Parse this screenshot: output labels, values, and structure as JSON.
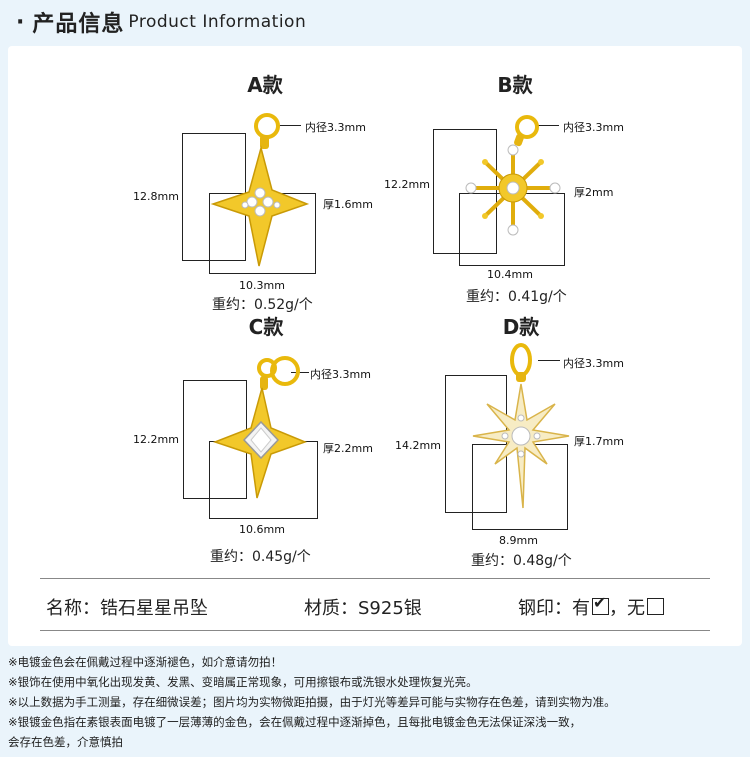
{
  "header": {
    "bullet": "·",
    "title_cn": "产品信息",
    "title_en": "Product Information"
  },
  "colors": {
    "background": "#eaf4fb",
    "gold": "#f0c419",
    "gold_dark": "#c99a06"
  },
  "products": {
    "a": {
      "title": "A款",
      "inner": "内径3.3mm",
      "height": "12.8mm",
      "thick": "厚1.6mm",
      "width": "10.3mm",
      "weight": "重约：0.52g/个"
    },
    "b": {
      "title": "B款",
      "inner": "内径3.3mm",
      "height": "12.2mm",
      "thick": "厚2mm",
      "width": "10.4mm",
      "weight": "重约：0.41g/个"
    },
    "c": {
      "title": "C款",
      "inner": "内径3.3mm",
      "height": "12.2mm",
      "thick": "厚2.2mm",
      "width": "10.6mm",
      "weight": "重约：0.45g/个"
    },
    "d": {
      "title": "D款",
      "inner": "内径3.3mm",
      "height": "14.2mm",
      "thick": "厚1.7mm",
      "width": "8.9mm",
      "weight": "重约：0.48g/个"
    }
  },
  "specs": {
    "name": "名称：锆石星星吊坠",
    "material": "材质：S925银",
    "stamp_label": "钢印：",
    "stamp_yes": "有",
    "stamp_no": "无"
  },
  "notes": [
    "※电镀金色会在佩戴过程中逐渐褪色，如介意请勿拍！",
    "※银饰在使用中氧化出现发黄、发黑、变暗属正常现象，可用擦银布或洗银水处理恢复光亮。",
    "※以上数据为手工测量，存在细微误差；图片均为实物微距拍摄，由于灯光等差异可能与实物存在色差，请到实物为准。",
    "※银镀金色指在素银表面电镀了一层薄薄的金色，会在佩戴过程中逐渐掉色，且每批电镀金色无法保证深浅一致，",
    "会存在色差，介意慎拍"
  ]
}
